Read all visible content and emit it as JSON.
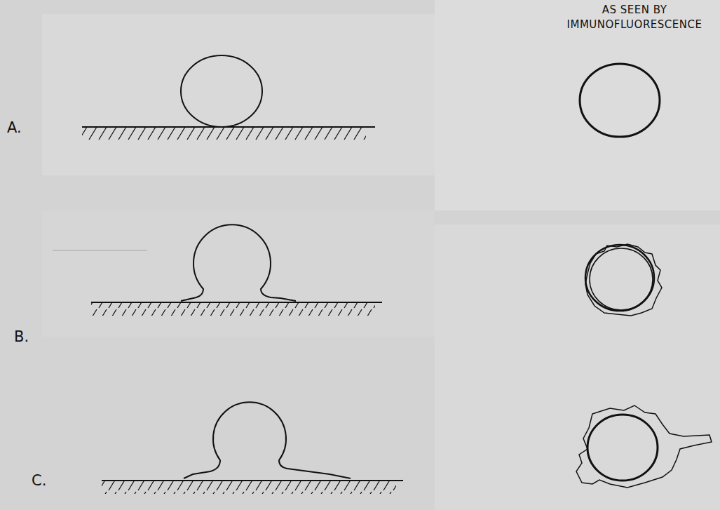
{
  "diagram": {
    "labels": [
      "AS SEEN BY IMMUNOFLUORESCENCE",
      "A.",
      "B.",
      "C."
    ]
  }
}
